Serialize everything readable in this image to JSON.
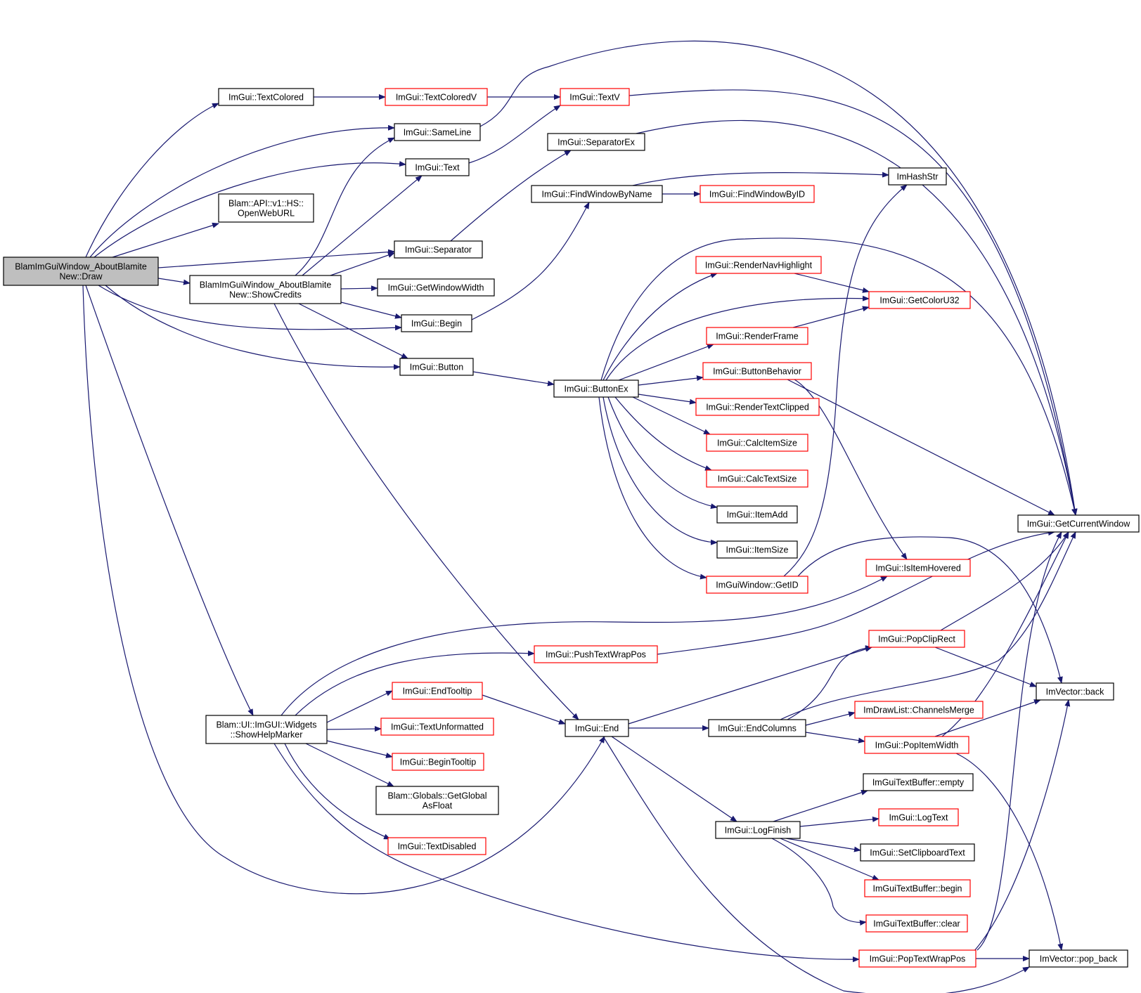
{
  "colors": {
    "edge": "#191970",
    "border_default": "#000000",
    "border_truncated": "#ff0000",
    "fill_root": "#bfbfbf",
    "fill_default": "#ffffff"
  },
  "nodes": [
    {
      "id": "draw",
      "lines": [
        "BlamImGuiWindow_AboutBlamite",
        "New::Draw"
      ],
      "style": "root"
    },
    {
      "id": "textcolored",
      "lines": [
        "ImGui::TextColored"
      ],
      "style": "default"
    },
    {
      "id": "sameline",
      "lines": [
        "ImGui::SameLine"
      ],
      "style": "default"
    },
    {
      "id": "text",
      "lines": [
        "ImGui::Text"
      ],
      "style": "default"
    },
    {
      "id": "openweburl",
      "lines": [
        "Blam::API::v1::HS::",
        "OpenWebURL"
      ],
      "style": "default"
    },
    {
      "id": "separator",
      "lines": [
        "ImGui::Separator"
      ],
      "style": "default"
    },
    {
      "id": "showcredits",
      "lines": [
        "BlamImGuiWindow_AboutBlamite",
        "New::ShowCredits"
      ],
      "style": "default"
    },
    {
      "id": "getwindowwidth",
      "lines": [
        "ImGui::GetWindowWidth"
      ],
      "style": "default"
    },
    {
      "id": "begin",
      "lines": [
        "ImGui::Begin"
      ],
      "style": "default"
    },
    {
      "id": "button",
      "lines": [
        "ImGui::Button"
      ],
      "style": "default"
    },
    {
      "id": "textcoloredv",
      "lines": [
        "ImGui::TextColoredV"
      ],
      "style": "truncated"
    },
    {
      "id": "textv",
      "lines": [
        "ImGui::TextV"
      ],
      "style": "truncated"
    },
    {
      "id": "separatorex",
      "lines": [
        "ImGui::SeparatorEx"
      ],
      "style": "default"
    },
    {
      "id": "findwindowbyname",
      "lines": [
        "ImGui::FindWindowByName"
      ],
      "style": "default"
    },
    {
      "id": "findwindowbyid",
      "lines": [
        "ImGui::FindWindowByID"
      ],
      "style": "truncated"
    },
    {
      "id": "imhashstr",
      "lines": [
        "ImHashStr"
      ],
      "style": "default"
    },
    {
      "id": "buttonex",
      "lines": [
        "ImGui::ButtonEx"
      ],
      "style": "default"
    },
    {
      "id": "rendernavhighlight",
      "lines": [
        "ImGui::RenderNavHighlight"
      ],
      "style": "truncated"
    },
    {
      "id": "getcoloru32",
      "lines": [
        "ImGui::GetColorU32"
      ],
      "style": "truncated"
    },
    {
      "id": "renderframe",
      "lines": [
        "ImGui::RenderFrame"
      ],
      "style": "truncated"
    },
    {
      "id": "buttonbehavior",
      "lines": [
        "ImGui::ButtonBehavior"
      ],
      "style": "truncated"
    },
    {
      "id": "rendertextclipped",
      "lines": [
        "ImGui::RenderTextClipped"
      ],
      "style": "truncated"
    },
    {
      "id": "calcitemsize",
      "lines": [
        "ImGui::CalcItemSize"
      ],
      "style": "truncated"
    },
    {
      "id": "calctextsize",
      "lines": [
        "ImGui::CalcTextSize"
      ],
      "style": "truncated"
    },
    {
      "id": "itemadd",
      "lines": [
        "ImGui::ItemAdd"
      ],
      "style": "default"
    },
    {
      "id": "itemsize",
      "lines": [
        "ImGui::ItemSize"
      ],
      "style": "default"
    },
    {
      "id": "getid",
      "lines": [
        "ImGuiWindow::GetID"
      ],
      "style": "truncated"
    },
    {
      "id": "getcurrentwindow",
      "lines": [
        "ImGui::GetCurrentWindow"
      ],
      "style": "default"
    },
    {
      "id": "isitemhovered",
      "lines": [
        "ImGui::IsItemHovered"
      ],
      "style": "truncated"
    },
    {
      "id": "showhelpmarker",
      "lines": [
        "Blam::UI::ImGUI::Widgets",
        "::ShowHelpMarker"
      ],
      "style": "default"
    },
    {
      "id": "pushtextwrappos",
      "lines": [
        "ImGui::PushTextWrapPos"
      ],
      "style": "truncated"
    },
    {
      "id": "endtooltip",
      "lines": [
        "ImGui::EndTooltip"
      ],
      "style": "truncated"
    },
    {
      "id": "textunformatted",
      "lines": [
        "ImGui::TextUnformatted"
      ],
      "style": "truncated"
    },
    {
      "id": "begintooltip",
      "lines": [
        "ImGui::BeginTooltip"
      ],
      "style": "truncated"
    },
    {
      "id": "getglobalasfloat",
      "lines": [
        "Blam::Globals::GetGlobal",
        "AsFloat"
      ],
      "style": "default"
    },
    {
      "id": "textdisabled",
      "lines": [
        "ImGui::TextDisabled"
      ],
      "style": "truncated"
    },
    {
      "id": "end",
      "lines": [
        "ImGui::End"
      ],
      "style": "default"
    },
    {
      "id": "endcolumns",
      "lines": [
        "ImGui::EndColumns"
      ],
      "style": "default"
    },
    {
      "id": "popcliprect",
      "lines": [
        "ImGui::PopClipRect"
      ],
      "style": "truncated"
    },
    {
      "id": "channelsmerge",
      "lines": [
        "ImDrawList::ChannelsMerge"
      ],
      "style": "truncated"
    },
    {
      "id": "popitemwidth",
      "lines": [
        "ImGui::PopItemWidth"
      ],
      "style": "truncated"
    },
    {
      "id": "back",
      "lines": [
        "ImVector::back"
      ],
      "style": "default"
    },
    {
      "id": "logfinish",
      "lines": [
        "ImGui::LogFinish"
      ],
      "style": "default"
    },
    {
      "id": "textbufferempty",
      "lines": [
        "ImGuiTextBuffer::empty"
      ],
      "style": "default"
    },
    {
      "id": "logtext",
      "lines": [
        "ImGui::LogText"
      ],
      "style": "truncated"
    },
    {
      "id": "setclipboardtext",
      "lines": [
        "ImGui::SetClipboardText"
      ],
      "style": "default"
    },
    {
      "id": "textbufferbegin",
      "lines": [
        "ImGuiTextBuffer::begin"
      ],
      "style": "truncated"
    },
    {
      "id": "textbufferclear",
      "lines": [
        "ImGuiTextBuffer::clear"
      ],
      "style": "truncated"
    },
    {
      "id": "poptextwrappos",
      "lines": [
        "ImGui::PopTextWrapPos"
      ],
      "style": "truncated"
    },
    {
      "id": "popback",
      "lines": [
        "ImVector::pop_back"
      ],
      "style": "default"
    }
  ],
  "edges": [
    [
      "draw",
      "textcolored"
    ],
    [
      "draw",
      "sameline"
    ],
    [
      "draw",
      "text"
    ],
    [
      "draw",
      "openweburl"
    ],
    [
      "draw",
      "separator"
    ],
    [
      "draw",
      "showcredits"
    ],
    [
      "draw",
      "begin"
    ],
    [
      "draw",
      "button"
    ],
    [
      "draw",
      "showhelpmarker"
    ],
    [
      "draw",
      "end"
    ],
    [
      "textcolored",
      "textcoloredv"
    ],
    [
      "textcoloredv",
      "textv"
    ],
    [
      "textv",
      "getcurrentwindow"
    ],
    [
      "sameline",
      "getcurrentwindow"
    ],
    [
      "text",
      "textv"
    ],
    [
      "separator",
      "separatorex"
    ],
    [
      "separatorex",
      "getcurrentwindow"
    ],
    [
      "showcredits",
      "sameline"
    ],
    [
      "showcredits",
      "text"
    ],
    [
      "showcredits",
      "separator"
    ],
    [
      "showcredits",
      "getwindowwidth"
    ],
    [
      "showcredits",
      "begin"
    ],
    [
      "showcredits",
      "button"
    ],
    [
      "showcredits",
      "end"
    ],
    [
      "begin",
      "findwindowbyname"
    ],
    [
      "findwindowbyname",
      "findwindowbyid"
    ],
    [
      "findwindowbyname",
      "imhashstr"
    ],
    [
      "button",
      "buttonex"
    ],
    [
      "buttonex",
      "getcurrentwindow"
    ],
    [
      "buttonex",
      "rendernavhighlight"
    ],
    [
      "buttonex",
      "getcoloru32"
    ],
    [
      "buttonex",
      "renderframe"
    ],
    [
      "buttonex",
      "buttonbehavior"
    ],
    [
      "buttonex",
      "rendertextclipped"
    ],
    [
      "buttonex",
      "calcitemsize"
    ],
    [
      "buttonex",
      "calctextsize"
    ],
    [
      "buttonex",
      "itemadd"
    ],
    [
      "buttonex",
      "itemsize"
    ],
    [
      "buttonex",
      "getid"
    ],
    [
      "rendernavhighlight",
      "getcoloru32"
    ],
    [
      "renderframe",
      "getcoloru32"
    ],
    [
      "buttonbehavior",
      "getcurrentwindow"
    ],
    [
      "buttonbehavior",
      "isitemhovered"
    ],
    [
      "getid",
      "imhashstr"
    ],
    [
      "getid",
      "back"
    ],
    [
      "showhelpmarker",
      "isitemhovered"
    ],
    [
      "showhelpmarker",
      "pushtextwrappos"
    ],
    [
      "showhelpmarker",
      "endtooltip"
    ],
    [
      "showhelpmarker",
      "textunformatted"
    ],
    [
      "showhelpmarker",
      "begintooltip"
    ],
    [
      "showhelpmarker",
      "getglobalasfloat"
    ],
    [
      "showhelpmarker",
      "textdisabled"
    ],
    [
      "showhelpmarker",
      "poptextwrappos"
    ],
    [
      "pushtextwrappos",
      "getcurrentwindow"
    ],
    [
      "endtooltip",
      "end"
    ],
    [
      "end",
      "popcliprect"
    ],
    [
      "end",
      "endcolumns"
    ],
    [
      "end",
      "logfinish"
    ],
    [
      "end",
      "popback"
    ],
    [
      "endcolumns",
      "popcliprect"
    ],
    [
      "endcolumns",
      "channelsmerge"
    ],
    [
      "endcolumns",
      "popitemwidth"
    ],
    [
      "endcolumns",
      "getcurrentwindow"
    ],
    [
      "popcliprect",
      "getcurrentwindow"
    ],
    [
      "popcliprect",
      "back"
    ],
    [
      "popitemwidth",
      "getcurrentwindow"
    ],
    [
      "popitemwidth",
      "back"
    ],
    [
      "popitemwidth",
      "popback"
    ],
    [
      "logfinish",
      "textbufferempty"
    ],
    [
      "logfinish",
      "logtext"
    ],
    [
      "logfinish",
      "setclipboardtext"
    ],
    [
      "logfinish",
      "textbufferbegin"
    ],
    [
      "logfinish",
      "textbufferclear"
    ],
    [
      "poptextwrappos",
      "getcurrentwindow"
    ],
    [
      "poptextwrappos",
      "back"
    ],
    [
      "poptextwrappos",
      "popback"
    ]
  ]
}
